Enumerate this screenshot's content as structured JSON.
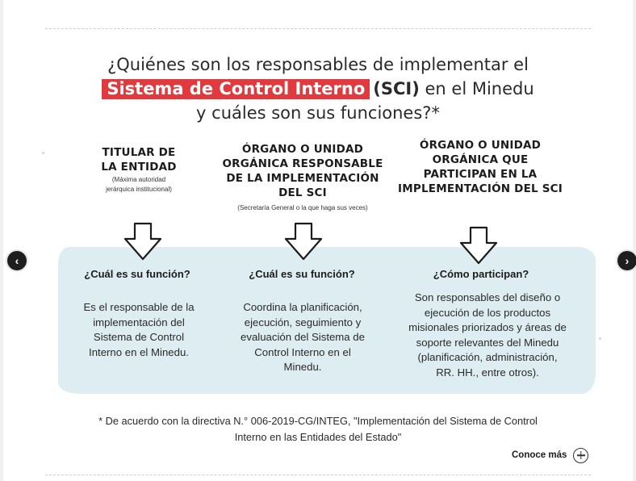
{
  "title": {
    "line1": "¿Quiénes son los responsables de implementar el",
    "highlight": "Sistema de Control Interno",
    "abbr": "(SCI)",
    "line2_rest": " en el Minedu",
    "line3": "y cuáles son sus funciones?*"
  },
  "columns": [
    {
      "heading_lines": [
        "TITULAR DE",
        "LA ENTIDAD"
      ],
      "subtitle_lines": [
        "(Máxima autoridad",
        "jerárquica institucional)"
      ],
      "question": "¿Cuál es su función?",
      "description_lines": [
        "Es el responsable de la",
        "implementación del",
        "Sistema de Control",
        "Interno en el Minedu."
      ]
    },
    {
      "heading_lines": [
        "ÓRGANO O UNIDAD",
        "ORGÁNICA RESPONSABLE",
        "DE LA IMPLEMENTACIÓN",
        "DEL SCI"
      ],
      "subtitle_lines": [
        "(Secretaría General o la que haga sus veces)"
      ],
      "question": "¿Cuál es su función?",
      "description_lines": [
        "Coordina la planificación,",
        "ejecución, seguimiento y",
        "evaluación del Sistema de",
        "Control Interno en el",
        "Minedu."
      ]
    },
    {
      "heading_lines": [
        "ÓRGANO O UNIDAD",
        "ORGÁNICA QUE",
        "PARTICIPAN EN LA",
        "IMPLEMENTACIÓN DEL SCI"
      ],
      "subtitle_lines": [],
      "question": "¿Cómo participan?",
      "description_lines": [
        "Son responsables del diseño o",
        "ejecución de los productos",
        "misionales priorizados y áreas de",
        "soporte relevantes del Minedu",
        "(planificación, administración,",
        "RR. HH., entre otros)."
      ]
    }
  ],
  "footnote": {
    "line1": "* De acuerdo con la directiva N.° 006-2019-CG/INTEG, \"Implementación del Sistema de Control",
    "line2": "Interno en las Entidades del Estado\""
  },
  "more_link": {
    "label": "Conoce más",
    "icon": "plus-circle-icon"
  },
  "carousel": {
    "prev_icon": "chevron-left-icon",
    "next_icon": "chevron-right-icon",
    "prev_glyph": "‹",
    "next_glyph": "›"
  },
  "colors": {
    "accent": "#e03a3e",
    "panel": "#deedf1",
    "text": "#1c1c1c",
    "nav": "#1e1e1e"
  }
}
